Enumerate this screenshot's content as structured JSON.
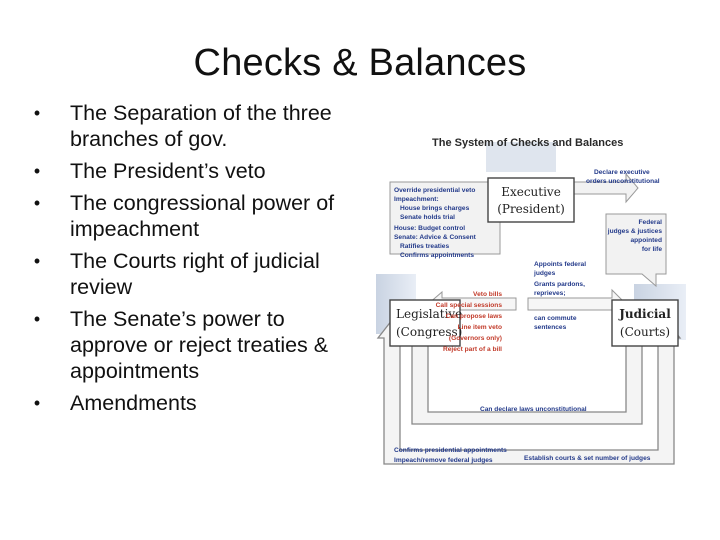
{
  "slide": {
    "title": "Checks & Balances",
    "bullets": [
      "The Separation of the three branches of gov.",
      "The President’s veto",
      "The congressional power of impeachment",
      "The Courts right of judicial review",
      "The Senate’s power to approve or reject treaties & appointments",
      "Amendments"
    ]
  },
  "diagram": {
    "title": "The System of Checks and Balances",
    "executive": {
      "name": "Executive",
      "sub": "(President)"
    },
    "legislative": {
      "name": "Legislative",
      "sub": "(Congress)"
    },
    "judicial": {
      "name": "Judicial",
      "sub": "(Courts)"
    },
    "leg_to_exec": [
      "Override presidential veto",
      "Impeachment:",
      "House brings charges",
      "Senate holds trial",
      "House: Budget control",
      "Senate: Advice & Consent",
      "Ratifies treaties",
      "Confirms appointments"
    ],
    "exec_to_jud": [
      "Declare executive",
      "orders unconstitutional"
    ],
    "jud_side": [
      "Federal",
      "judges & justices",
      "appointed",
      "for life"
    ],
    "exec_to_leg": [
      "Veto bills",
      "Call special sessions",
      "Can propose laws",
      "Line item veto",
      "(Governors only)",
      "Reject part of a bill"
    ],
    "exec_to_jud2": [
      "Appoints federal",
      "judges",
      "Grants pardons,",
      "reprieves;",
      "can commute",
      "sentences"
    ],
    "jud_to_leg": "Can declare laws unconstitutional",
    "leg_to_jud": [
      "Confirms presidential appointments",
      "Impeach/remove federal judges"
    ],
    "leg_to_jud2": "Establish courts & set number of judges"
  }
}
